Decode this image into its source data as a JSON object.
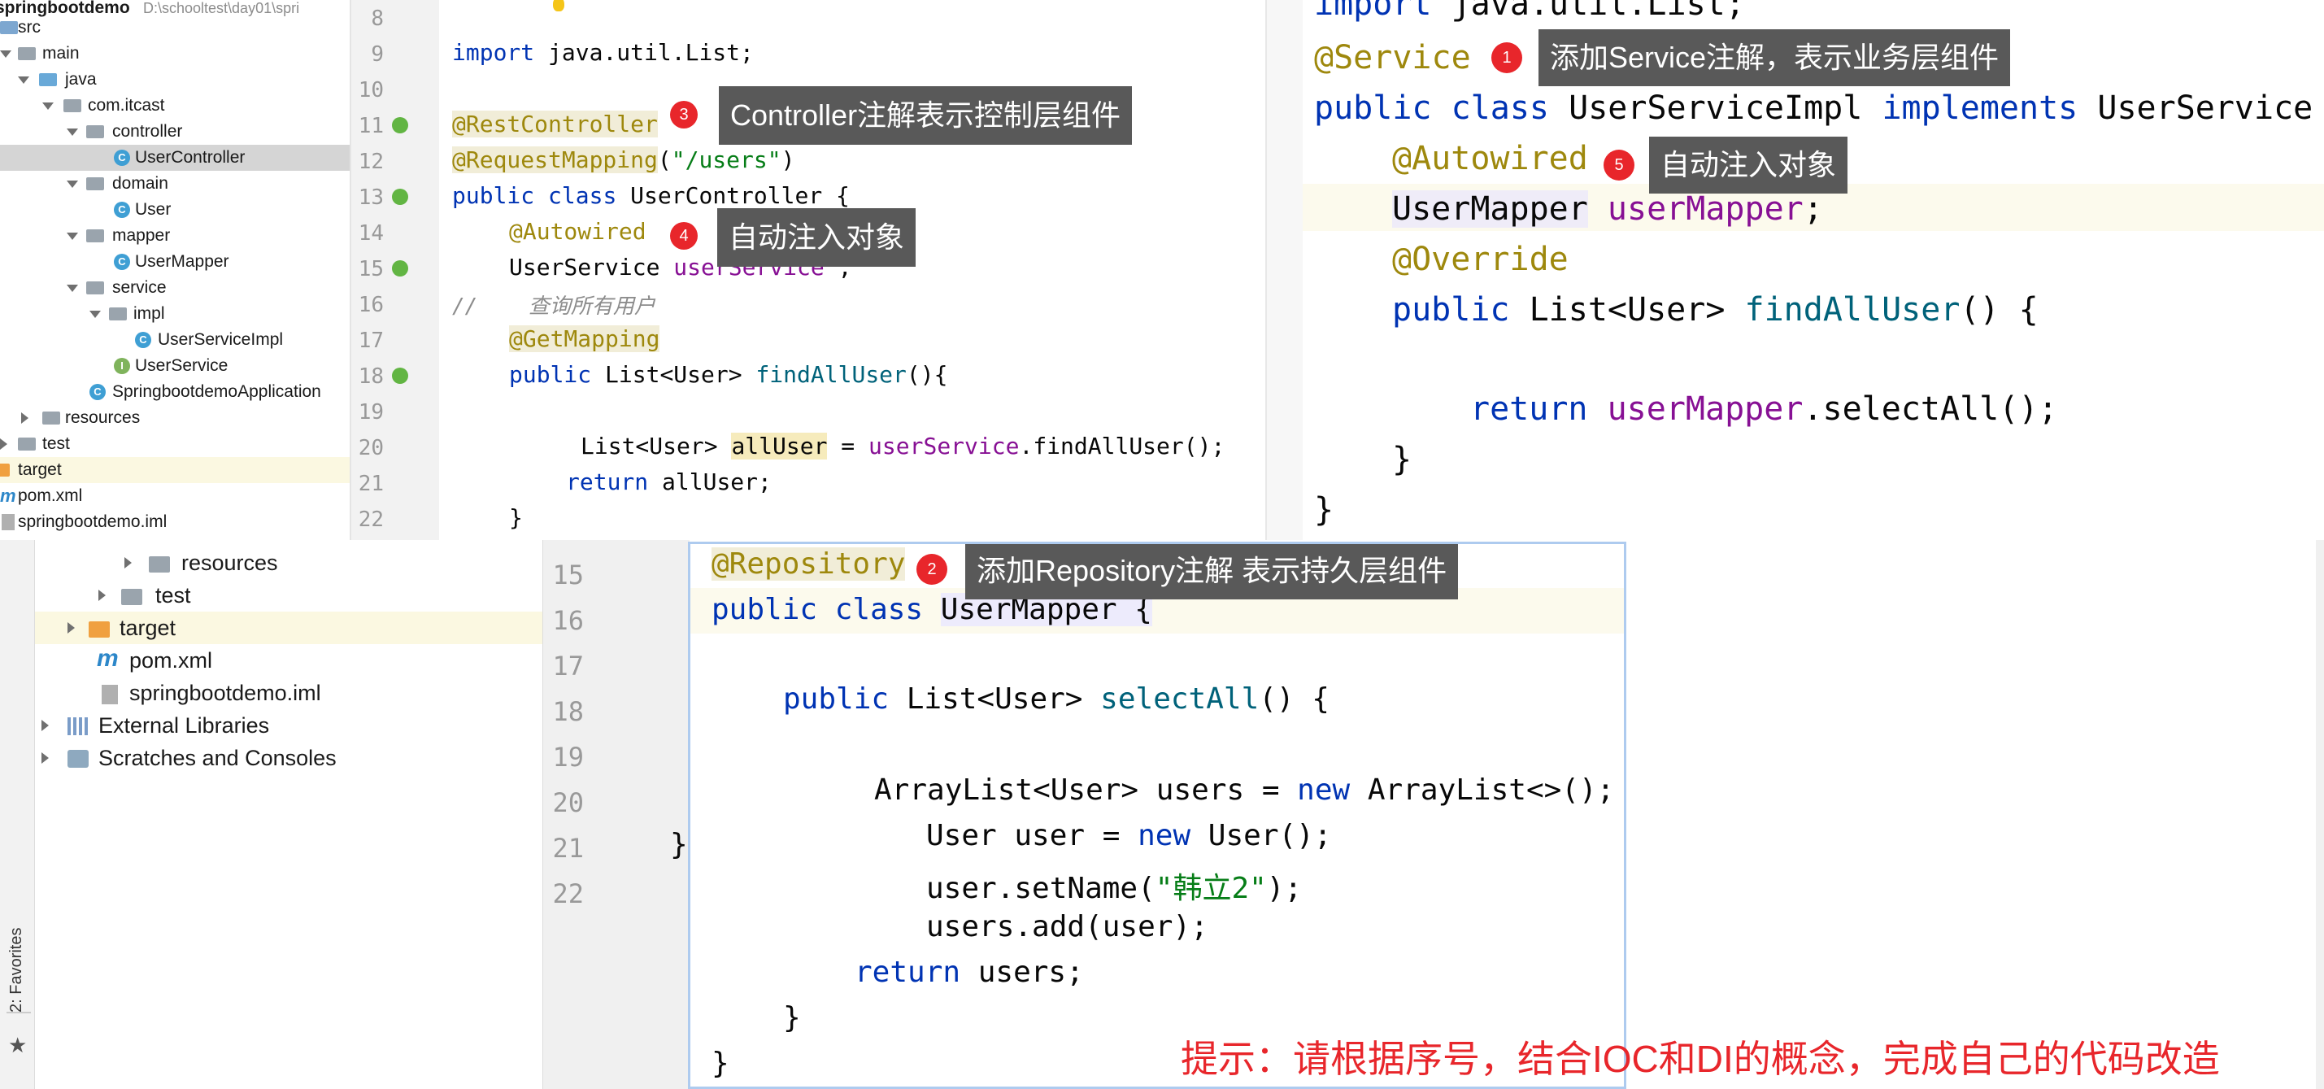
{
  "project_tree": {
    "root_label": "springbootdemo",
    "root_path": "D:\\schooltest\\day01\\spri",
    "items": [
      "src",
      "main",
      "java",
      "com.itcast",
      "controller",
      "UserController",
      "domain",
      "User",
      "mapper",
      "UserMapper",
      "service",
      "impl",
      "UserServiceImpl",
      "UserService",
      "SpringbootdemoApplication",
      "resources",
      "test",
      "target",
      "pom.xml",
      "springbootdemo.iml"
    ]
  },
  "project_tree_lower": {
    "items": [
      "resources",
      "test",
      "target",
      "pom.xml",
      "springbootdemo.iml",
      "External Libraries",
      "Scratches and Consoles"
    ]
  },
  "favorites_tab": "2: Favorites",
  "controller_editor": {
    "line_numbers": [
      "8",
      "9",
      "10",
      "11",
      "12",
      "13",
      "14",
      "15",
      "16",
      "17",
      "18",
      "19",
      "20",
      "21",
      "22"
    ],
    "l9": "java.util.List;",
    "l11": "@RestController",
    "l12_ann": "@RequestMapping",
    "l12_str": "\"/users\"",
    "l13": "UserController {",
    "l14": "@Autowired",
    "l15_type": "UserService ",
    "l15_field": "userService",
    "l15_end": " ;",
    "l16": "//    查询所有用户",
    "l17": "@GetMapping",
    "l18_type": "List<User> ",
    "l18_method": "findAllUser",
    "l18_end": "(){",
    "l20_type": "List<User> ",
    "l20_var": "allUser",
    "l20_mid": " = ",
    "l20_field": "userService",
    "l20_end": ".findAllUser();",
    "l21": " allUser;",
    "l22": "}"
  },
  "service_editor": {
    "l0": "import java.util.List;",
    "l1": "@Service",
    "l2_class": "UserServiceImpl",
    "l2_impl": "implements",
    "l2_iface": "UserService",
    "l3": "@Autowired",
    "l4_type": "UserMapper",
    "l4_field": "userMapper",
    "l5": "@Override",
    "l6_type": "List<User>",
    "l6_method": "findAllUser",
    "l6_end": "() {",
    "l8_field": "userMapper",
    "l8_end": ".selectAll();",
    "l9": "}",
    "l10": "}"
  },
  "mapper_editor": {
    "line_numbers": [
      "15",
      "16",
      "17",
      "18",
      "19",
      "20",
      "21",
      "22"
    ],
    "l_ann": "@Repository",
    "l_class": "UserMapper {",
    "l_method_type": "List<User>",
    "l_method": "selectAll",
    "l_method_end": "() {",
    "l_list": "ArrayList<User> users = ",
    "l_list_end": " ArrayList<>();",
    "l_user": "User user = ",
    "l_user_end": " User();",
    "l_setname": "user.setName(",
    "l_setname_str": "\"韩立2\"",
    "l_setname_end": ");",
    "l_add": "users.add(user);",
    "l_return": " users;",
    "l_close1": "}",
    "l_close2": "}",
    "bg_brace": "}"
  },
  "keywords": {
    "import": "import",
    "public": "public",
    "class": "class",
    "return": "return",
    "new": "new"
  },
  "callouts": [
    {
      "num": "1",
      "text": "添加Service注解，表示业务层组件"
    },
    {
      "num": "2",
      "text": "添加Repository注解 表示持久层组件"
    },
    {
      "num": "3",
      "text": "Controller注解表示控制层组件"
    },
    {
      "num": "4",
      "text": "自动注入对象"
    },
    {
      "num": "5",
      "text": "自动注入对象"
    }
  ],
  "hint": "提示：请根据序号，结合IOC和DI的概念，完成自己的代码改造",
  "colors": {
    "badge": "#e8262b",
    "tooltip": "#595959",
    "hint": "#e8262b",
    "keyword": "#0033b3",
    "annotation": "#9e880d"
  }
}
